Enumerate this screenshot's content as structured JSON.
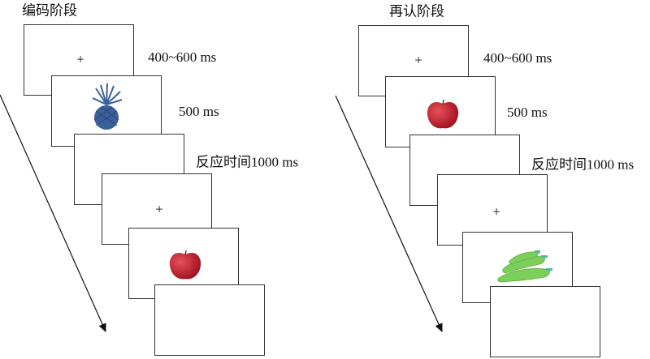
{
  "encoding": {
    "title": "编码阶段",
    "fixation_symbol": "+",
    "labels": [
      "400~600 ms",
      "500 ms",
      "反应时间1000 ms"
    ],
    "stimuli": [
      "pineapple-image",
      "apple-image"
    ]
  },
  "recognition": {
    "title": "再认阶段",
    "fixation_symbol": "+",
    "labels": [
      "400~600 ms",
      "500 ms",
      "反应时间1000 ms"
    ],
    "stimuli": [
      "apple-image",
      "green-vegetable-image"
    ]
  },
  "colors": {
    "line": "#333333",
    "pineapple": "#3b5f9a",
    "apple": "#c0182a",
    "vegetable": "#7ccf5a"
  }
}
